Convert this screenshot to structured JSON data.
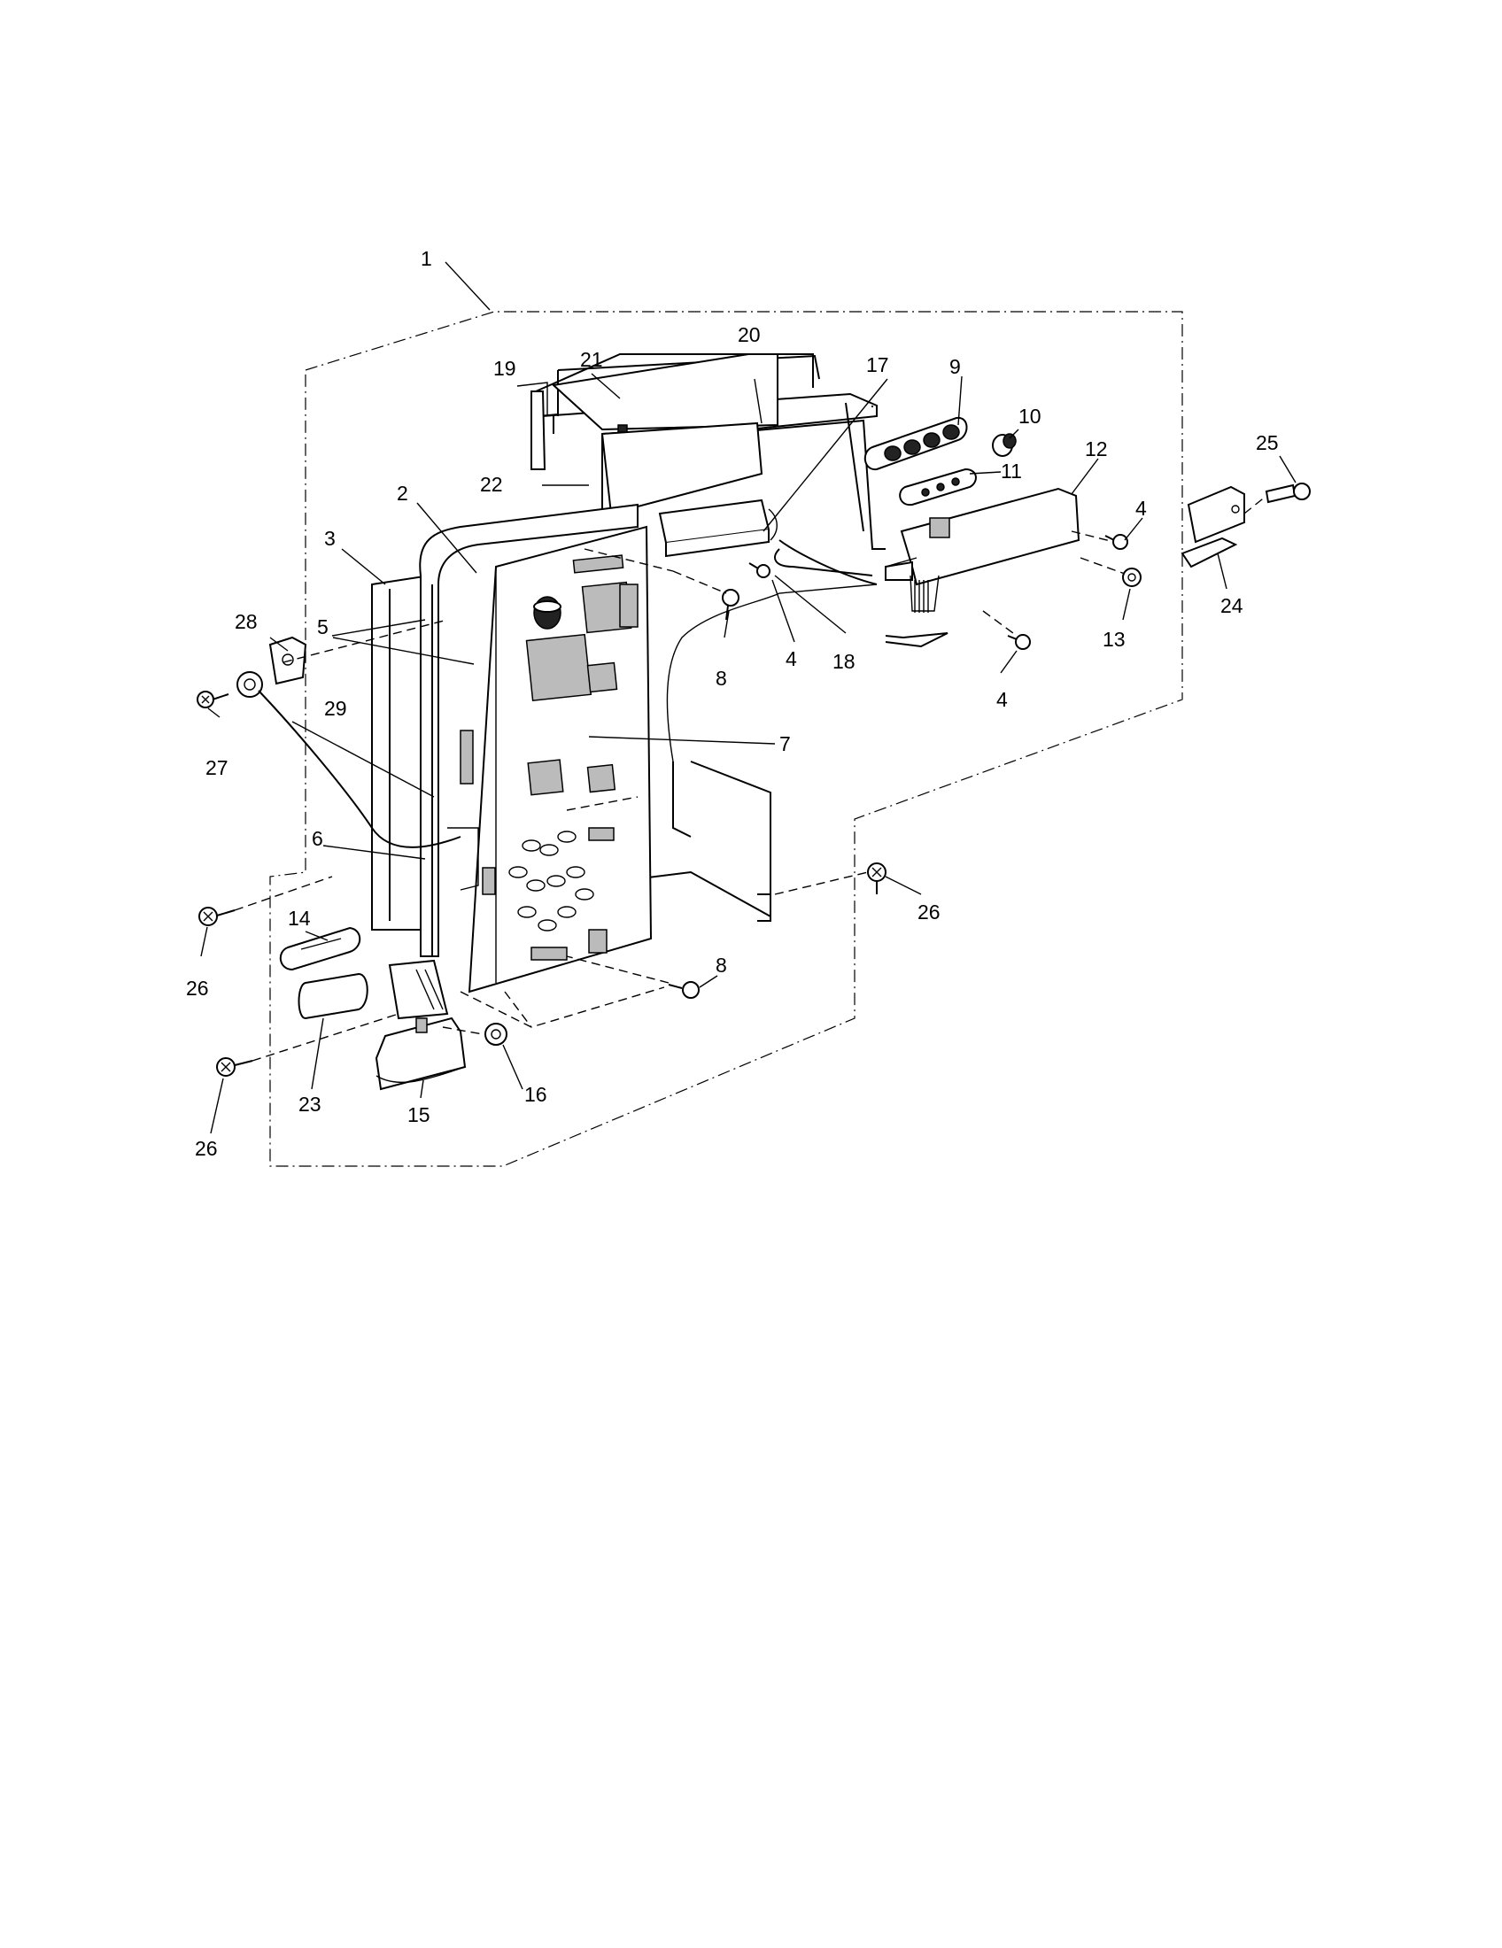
{
  "callouts": [
    {
      "id": "c1",
      "label": "1"
    },
    {
      "id": "c2",
      "label": "2"
    },
    {
      "id": "c3",
      "label": "3"
    },
    {
      "id": "c4a",
      "label": "4"
    },
    {
      "id": "c4b",
      "label": "4"
    },
    {
      "id": "c4c",
      "label": "4"
    },
    {
      "id": "c5",
      "label": "5"
    },
    {
      "id": "c6",
      "label": "6"
    },
    {
      "id": "c7",
      "label": "7"
    },
    {
      "id": "c8a",
      "label": "8"
    },
    {
      "id": "c8b",
      "label": "8"
    },
    {
      "id": "c9",
      "label": "9"
    },
    {
      "id": "c10",
      "label": "10"
    },
    {
      "id": "c11",
      "label": "11"
    },
    {
      "id": "c12",
      "label": "12"
    },
    {
      "id": "c13",
      "label": "13"
    },
    {
      "id": "c14",
      "label": "14"
    },
    {
      "id": "c15",
      "label": "15"
    },
    {
      "id": "c16",
      "label": "16"
    },
    {
      "id": "c17",
      "label": "17"
    },
    {
      "id": "c18",
      "label": "18"
    },
    {
      "id": "c19",
      "label": "19"
    },
    {
      "id": "c20",
      "label": "20"
    },
    {
      "id": "c21",
      "label": "21"
    },
    {
      "id": "c22",
      "label": "22"
    },
    {
      "id": "c23",
      "label": "23"
    },
    {
      "id": "c24",
      "label": "24"
    },
    {
      "id": "c25",
      "label": "25"
    },
    {
      "id": "c26a",
      "label": "26"
    },
    {
      "id": "c26b",
      "label": "26"
    },
    {
      "id": "c26c",
      "label": "26"
    },
    {
      "id": "c27",
      "label": "27"
    },
    {
      "id": "c28",
      "label": "28"
    },
    {
      "id": "c29",
      "label": "29"
    }
  ]
}
